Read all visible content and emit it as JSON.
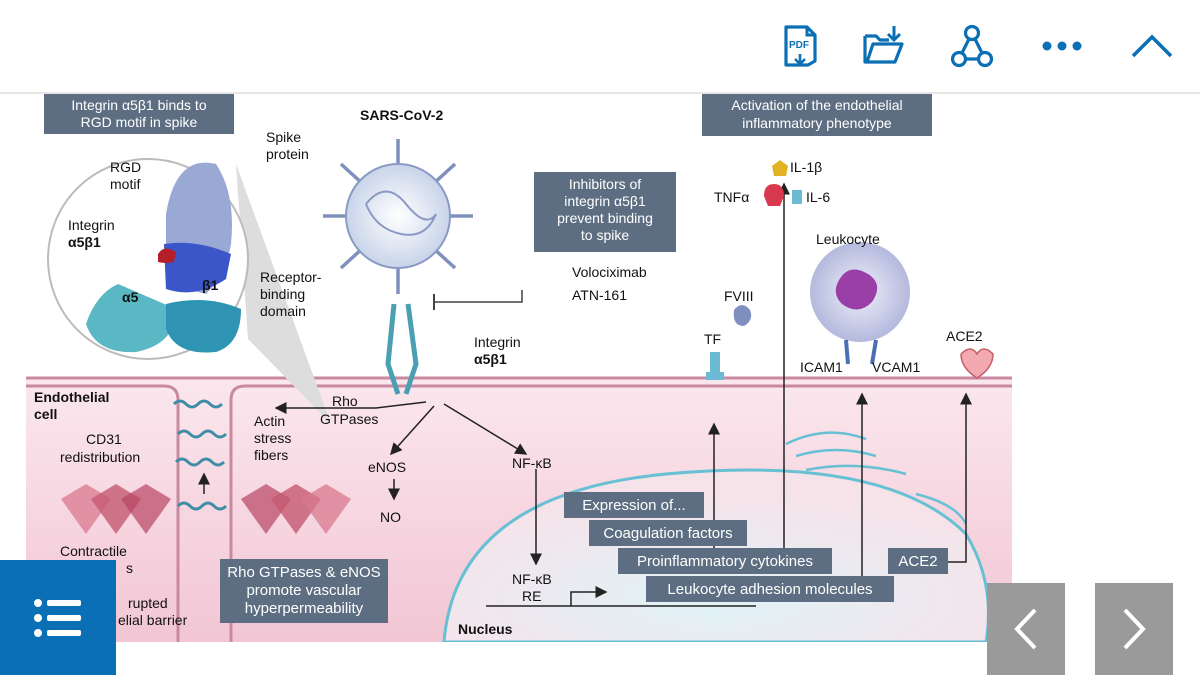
{
  "toolbar": {
    "icons": [
      "pdf-icon",
      "folder-download-icon",
      "share-icon",
      "more-icon",
      "chevron-up-icon"
    ],
    "pdf_label": "PDF",
    "accent_color": "#0a6fb5"
  },
  "figure": {
    "box_integrin_rgd": [
      "Integrin α5β1 binds to",
      "RGD motif in spike"
    ],
    "sars_title": "SARS-CoV-2",
    "spike_label": [
      "Spike",
      "protein"
    ],
    "rgd_label": [
      "RGD",
      "motif"
    ],
    "integrin_left_label": [
      "Integrin",
      "α5β1"
    ],
    "alpha5": "α5",
    "beta1": "β1",
    "rbd_label": [
      "Receptor-",
      "binding",
      "domain"
    ],
    "box_inhibitors": [
      "Inhibitors of",
      "integrin α5β1",
      "prevent binding",
      "to spike"
    ],
    "volociximab": "Volociximab",
    "atn161": "ATN-161",
    "integrin_center_label": [
      "Integrin",
      "α5β1"
    ],
    "box_activation": [
      "Activation of the endothelial",
      "inflammatory phenotype"
    ],
    "il1b": "IL-1β",
    "tnfa": "TNFα",
    "il6": "IL-6",
    "leukocyte": "Leukocyte",
    "fviii": "FVIII",
    "tf": "TF",
    "ace2_top": "ACE2",
    "icam1": "ICAM1",
    "vcam1": "VCAM1",
    "endothelial_cell": [
      "Endothelial",
      "cell"
    ],
    "cd31": [
      "CD31",
      "redistribution"
    ],
    "rho_gtpases": [
      "Rho",
      "GTPases"
    ],
    "actin": [
      "Actin",
      "stress",
      "fibers"
    ],
    "enos": "eNOS",
    "no": "NO",
    "nfkb": "NF-κB",
    "nfkb_re": [
      "NF-κB",
      "RE"
    ],
    "contractile": [
      "Contractile",
      "s"
    ],
    "disrupted": [
      "rupted",
      "elial barrier"
    ],
    "box_rho": [
      "Rho GTPases & eNOS",
      "promote vascular",
      "hyperpermeability"
    ],
    "expression": "Expression of...",
    "coag": "Coagulation factors",
    "proinflam": "Proinflammatory cytokines",
    "leuk_adhesion": "Leukocyte adhesion molecules",
    "ace2_box": "ACE2",
    "nucleus": "Nucleus"
  },
  "bottom": {
    "list_icon": "list-icon",
    "prev_icon": "chevron-left-icon",
    "next_icon": "chevron-right-icon"
  }
}
